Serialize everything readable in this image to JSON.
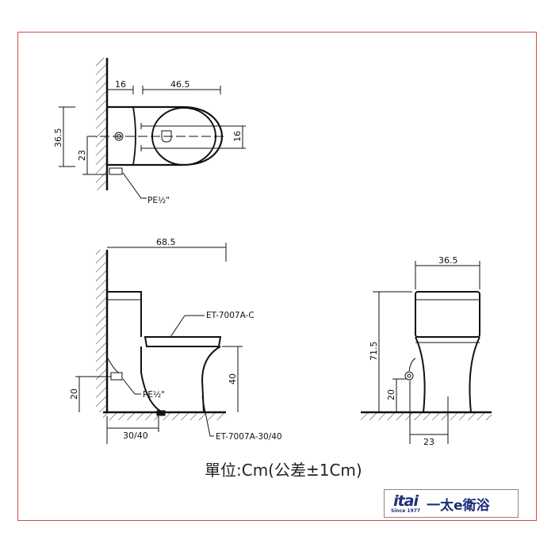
{
  "top_view": {
    "dim_wall_offset": "16",
    "dim_bowl_length": "46.5",
    "dim_depth": "36.5",
    "dim_supply_height": "23",
    "dim_mount_spacing": "16",
    "supply_label": "PE½\""
  },
  "side_view": {
    "dim_total_length": "68.5",
    "seat_label": "ET-7007A-C",
    "dim_seat_height": "40",
    "dim_supply_height": "20",
    "supply_label": "PE½\"",
    "dim_rough_in": "30/40",
    "base_label": "ET-7007A-30/40"
  },
  "front_view": {
    "dim_width": "36.5",
    "dim_total_height": "71.5",
    "dim_supply_height": "20",
    "dim_supply_offset": "23"
  },
  "units_note": "單位:Cm(公差±1Cm)",
  "logo": {
    "brand": "itai",
    "since": "Since 1977",
    "chinese": "一太e衛浴"
  },
  "colors": {
    "frame": "#d24a4a",
    "brand": "#1c2f7a"
  }
}
